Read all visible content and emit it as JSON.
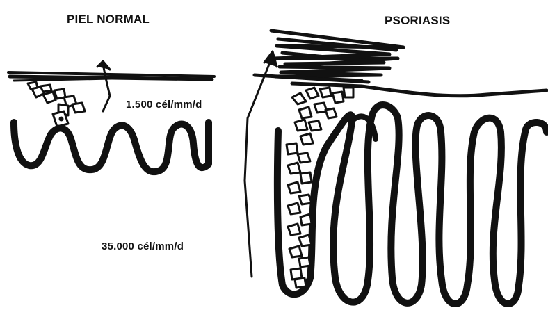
{
  "labels": {
    "normal_title": "PIEL NORMAL",
    "psoriasis_title": "PSORIASIS",
    "normal_rate": "1.500 cél/mm/d",
    "psoriasis_rate": "35.000 cél/mm/d"
  },
  "colors": {
    "ink": "#111111",
    "background": "#ffffff"
  }
}
